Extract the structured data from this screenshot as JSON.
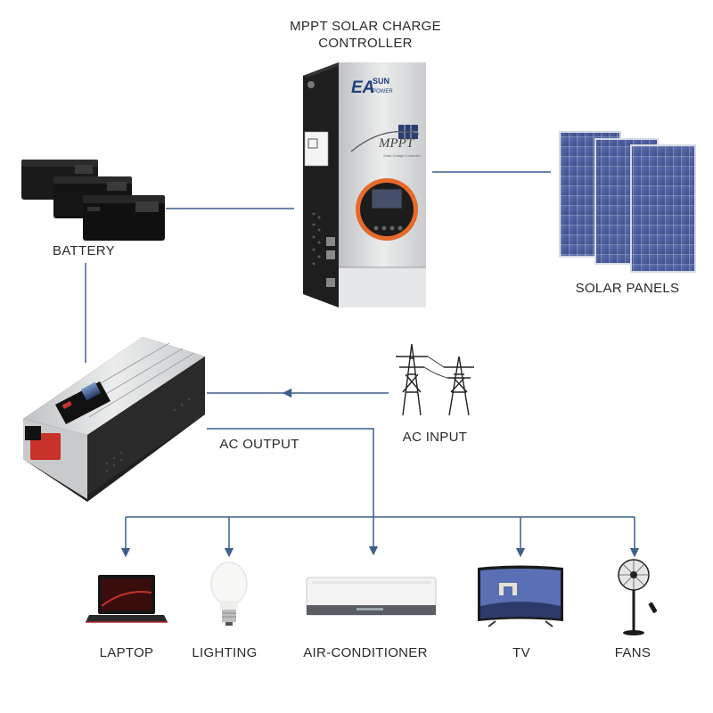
{
  "labels": {
    "controller_line1": "MPPT SOLAR CHARGE",
    "controller_line2": "CONTROLLER",
    "battery": "BATTERY",
    "solar_panels": "SOLAR PANELS",
    "ac_input": "AC INPUT",
    "ac_output": "AC OUTPUT",
    "laptop": "LAPTOP",
    "lighting": "LIGHTING",
    "air_conditioner": "AIR-CONDITIONER",
    "tv": "TV",
    "fans": "FANS"
  },
  "device_text": {
    "brand_main": "EA",
    "brand_sun": "SUN",
    "brand_power": "POWER",
    "mppt_logo": "MPPT",
    "controller_subtitle": "Solar Charge Controller"
  },
  "colors": {
    "connector": "#3d5f8a",
    "device_silver": "#d9dadc",
    "device_dark": "#1e1e1e",
    "accent_orange": "#e86a2a",
    "panel_blue": "#4a5d9a",
    "inverter_red": "#c8322a"
  }
}
